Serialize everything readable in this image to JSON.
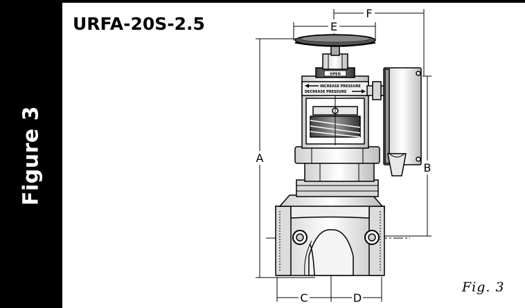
{
  "sidebar": {
    "label": "Figure 3",
    "color": "#000000"
  },
  "title": "URFA-20S-2.5",
  "caption": "Fig. 3",
  "dimensions": {
    "A": "A",
    "B": "B",
    "C": "C",
    "D": "D",
    "E": "E",
    "F": "F"
  },
  "valve_markings": {
    "open": "OPEN",
    "increase": "INCREASE PRESSURE",
    "decrease": "DECREASE PRESSURE"
  }
}
